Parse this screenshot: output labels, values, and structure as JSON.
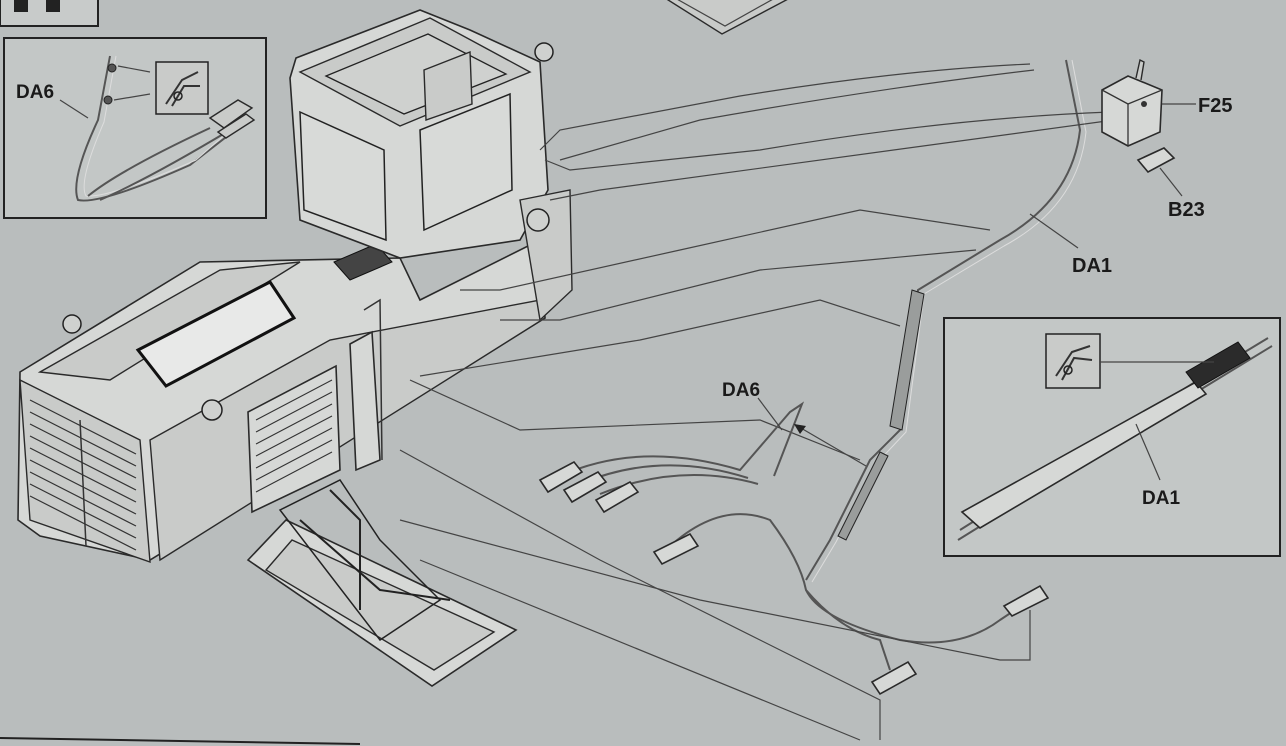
{
  "labels": {
    "f25": "F25",
    "b23": "B23",
    "da1_main": "DA1",
    "da6_main": "DA6",
    "da6_inset": "DA6",
    "da1_inset": "DA1"
  },
  "colors": {
    "background": "#b9bdbd",
    "line": "#2a2a2a",
    "panel": "#c3c7c6"
  }
}
